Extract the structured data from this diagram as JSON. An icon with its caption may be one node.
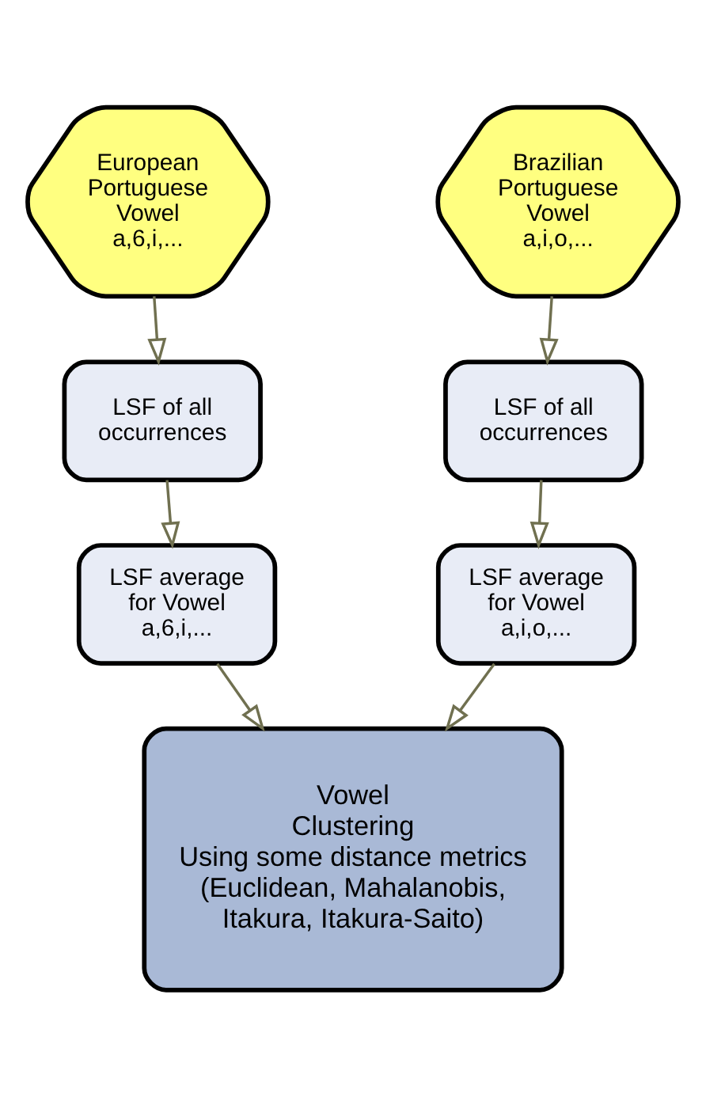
{
  "diagram": {
    "nodes": [
      {
        "text": [
          "European Portuguese Vowel a,6,i,..."
        ]
      },
      {
        "text": [
          "Brazilian Portuguese Vowel a,i,o,..."
        ]
      },
      {
        "text": [
          "LSF of all occurrences"
        ]
      },
      {
        "text": [
          "LSF of all occurrences"
        ]
      },
      {
        "text": [
          "LSF average for Vowel a,6,i,..."
        ]
      },
      {
        "text": [
          "LSF average for Vowel a,i,o,..."
        ]
      },
      {
        "text": [
          "Vowel Clustering",
          "Using some distance metrics (Euclidean, Mahalanobis, Itakura, Itakura-Saito)"
        ]
      }
    ],
    "edges": [
      {
        "from": 0,
        "to": 2,
        "arrow": "to"
      },
      {
        "from": 1,
        "to": 3,
        "arrow": "to"
      },
      {
        "from": 2,
        "to": 4,
        "arrow": "to"
      },
      {
        "from": 3,
        "to": 5,
        "arrow": "to"
      },
      {
        "from": 4,
        "to": 6,
        "arrow": "to"
      },
      {
        "from": 5,
        "to": 6,
        "arrow": "to"
      }
    ]
  }
}
